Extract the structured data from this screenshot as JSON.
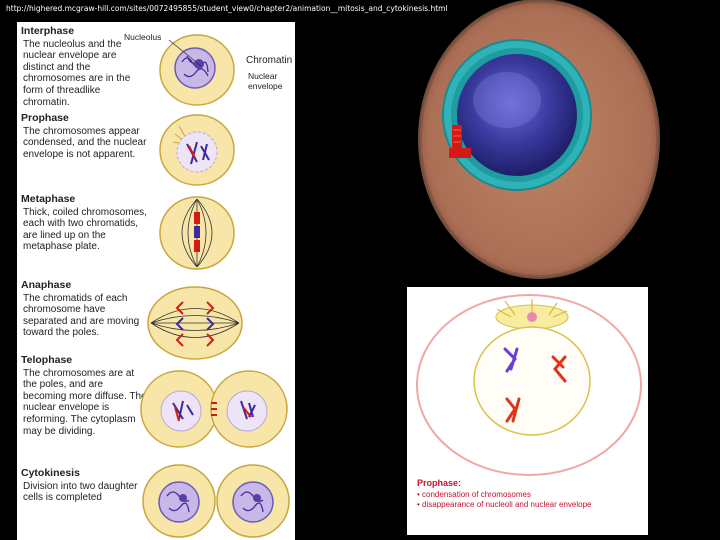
{
  "source_url": "http://highered.mcgraw-hill.com/sites/0072495855/student_view0/chapter2/animation__mitosis_and_cytokinesis.html",
  "phases": [
    {
      "title": "Interphase",
      "description": "The nucleolus and the nuclear envelope are distinct and the chromosomes are in the form of threadlike chromatin."
    },
    {
      "title": "Prophase",
      "description": "The chromosomes appear condensed, and the nuclear envelope is not apparent."
    },
    {
      "title": "Metaphase",
      "description": "Thick, coiled chromosomes, each with two chromatids, are lined up on the metaphase plate."
    },
    {
      "title": "Anaphase",
      "description": "The chromatids of each chromosome have separated and are moving toward the poles."
    },
    {
      "title": "Telophase",
      "description": "The chromosomes are at the poles, and are becoming more diffuse. The nuclear envelope is reforming. The cytoplasm may be dividing."
    },
    {
      "title": "Cytokinesis",
      "description": "Division into two daughter cells is completed"
    }
  ],
  "interphase_labels": {
    "nucleolus": "Nucleolus",
    "chromatin": "Chromatin",
    "nuclear_envelope": "Nuclear envelope"
  },
  "prophase_panel": {
    "title": "Prophase:",
    "bullets": [
      "• condensation of chromosomes",
      "• disappearance of nucleoli and nuclear envelope"
    ]
  },
  "colors": {
    "background": "#000000",
    "cell_cytoplasm": "#B0745A",
    "nucleus_ring": "#2FB3B8",
    "nucleus_core": "#3A3A9E",
    "chromosome_red": "#D41A14",
    "caption_red": "#C8102E"
  }
}
